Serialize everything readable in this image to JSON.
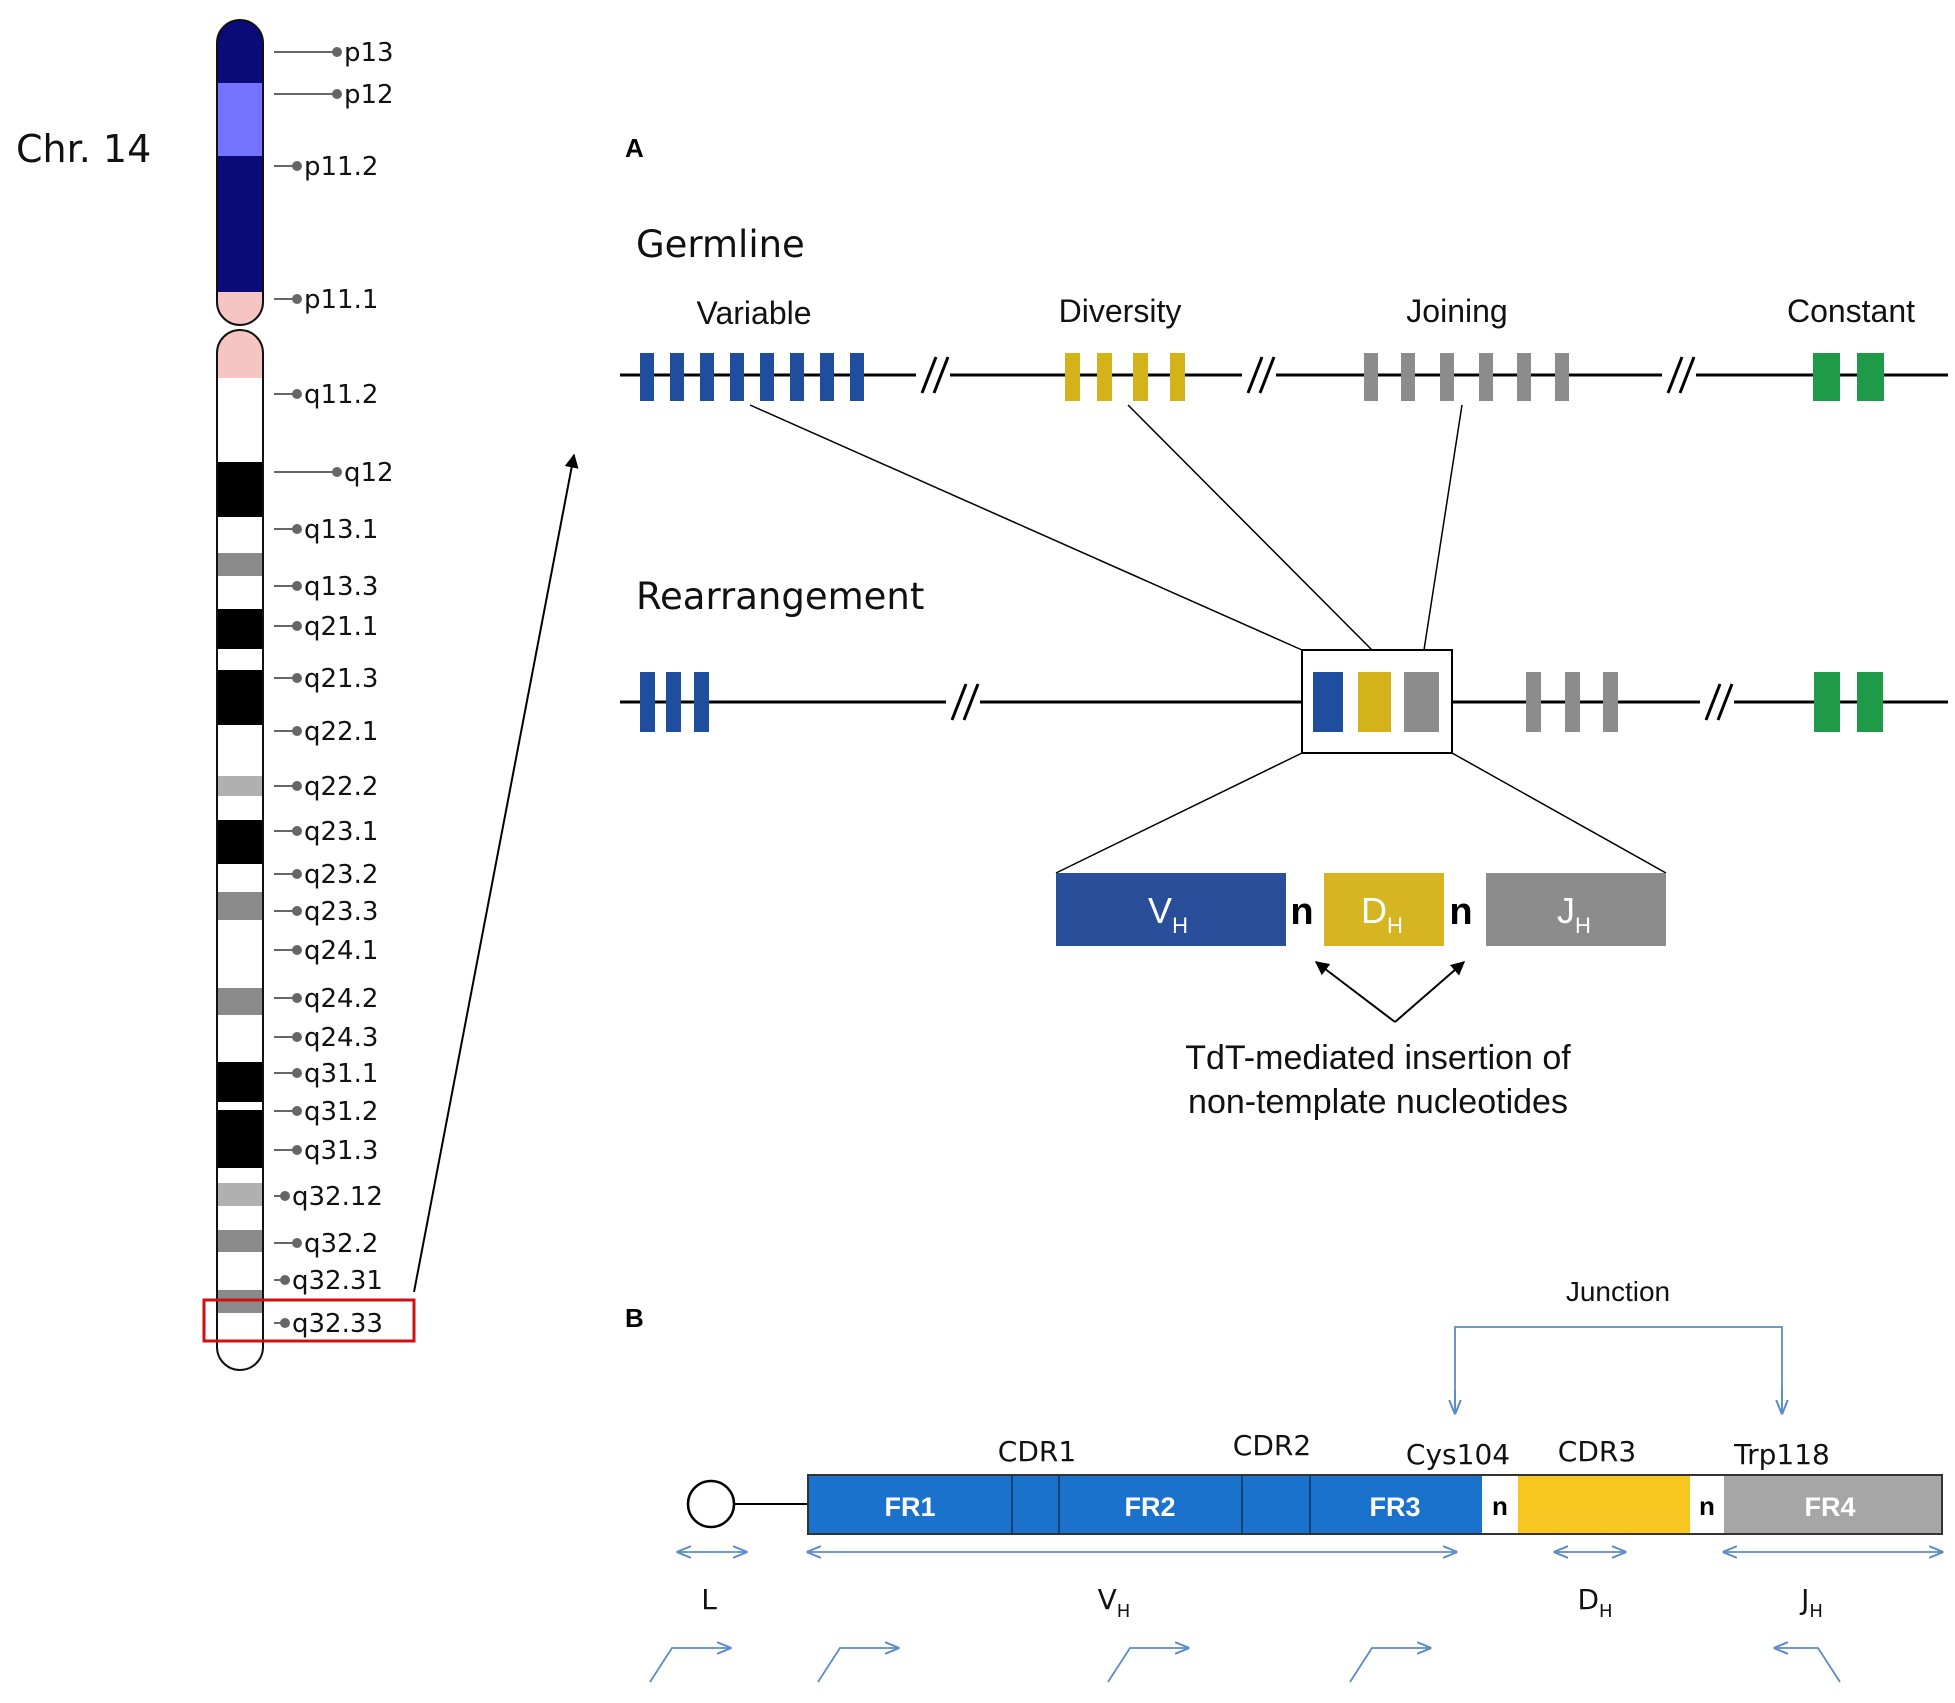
{
  "chromosome": {
    "label": "Chr. 14",
    "bands": [
      "p13",
      "p12",
      "p11.2",
      "p11.1",
      "q11.2",
      "q12",
      "q13.1",
      "q13.3",
      "q21.1",
      "q21.3",
      "q22.1",
      "q22.2",
      "q23.1",
      "q23.2",
      "q23.3",
      "q24.1",
      "q24.2",
      "q24.3",
      "q31.1",
      "q31.2",
      "q31.3",
      "q32.12",
      "q32.2",
      "q32.31",
      "q32.33"
    ],
    "highlighted_band": "q32.33",
    "colors": {
      "p_arm_dark": "#0a0a78",
      "p_arm_light": "#7373ff",
      "centromere": "#f7c4c4",
      "dark_band": "#000000",
      "gray_band": "#8a8a8a",
      "light_gray_band": "#b0b0b0",
      "highlight": "#d01010"
    }
  },
  "panel_a": {
    "letter": "A",
    "germline_label": "Germline",
    "rearrangement_label": "Rearrangement",
    "segments": [
      {
        "label": "Variable",
        "color": "#1f4e9e"
      },
      {
        "label": "Diversity",
        "color": "#d4b21a"
      },
      {
        "label": "Joining",
        "color": "#8c8c8c"
      },
      {
        "label": "Constant",
        "color": "#1e9a48"
      }
    ],
    "zoom_boxes": [
      {
        "main": "V",
        "sub": "H",
        "color": "#2a4f9a"
      },
      {
        "main": "D",
        "sub": "H",
        "color": "#d6b422"
      },
      {
        "main": "J",
        "sub": "H",
        "color": "#8c8c8c"
      }
    ],
    "n_label": "n",
    "tdt_note_line1": "TdT-mediated insertion of",
    "tdt_note_line2": "non-template nucleotides"
  },
  "panel_b": {
    "letter": "B",
    "junction_label": "Junction",
    "top_labels": [
      "CDR1",
      "CDR2",
      "Cys104",
      "CDR3",
      "Trp118"
    ],
    "regions": [
      "FR1",
      "FR2",
      "FR3",
      "FR4"
    ],
    "n_label": "n",
    "spans": [
      {
        "main": "L",
        "sub": ""
      },
      {
        "main": "V",
        "sub": "H"
      },
      {
        "main": "D",
        "sub": "H"
      },
      {
        "main": "J",
        "sub": "H"
      }
    ],
    "colors": {
      "fr_blue": "#1a72cc",
      "cdr3_yellow": "#f7c620",
      "fr4_gray": "#a6a6a6",
      "arrow_blue": "#5b8bc4"
    }
  }
}
